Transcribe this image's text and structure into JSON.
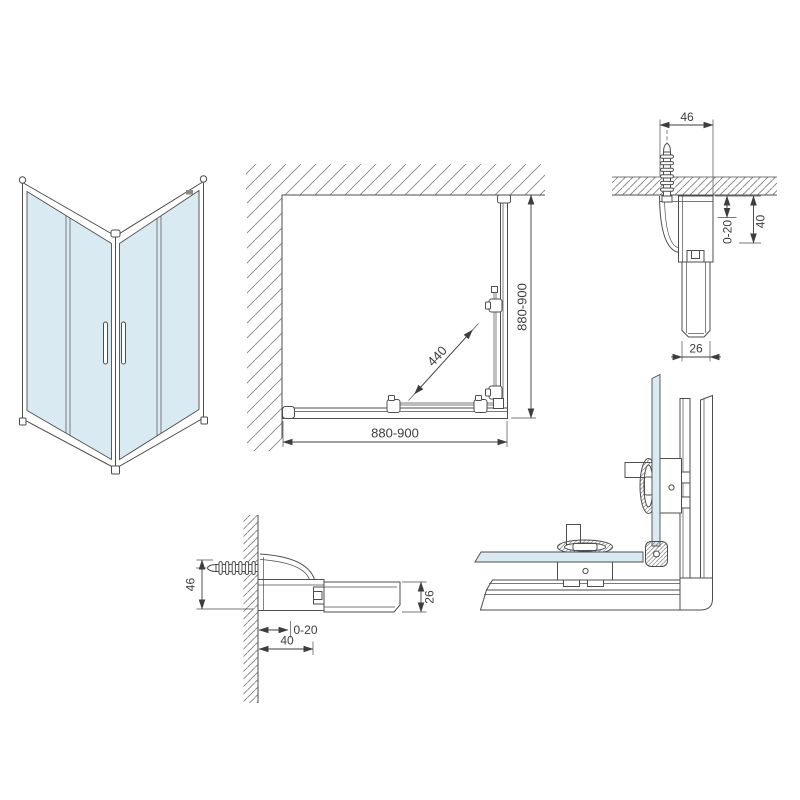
{
  "colors": {
    "background": "#ffffff",
    "line": "#4d4d4d",
    "glass": "#d9eaf3",
    "hatch": "#858585",
    "text": "#3d3d3d"
  },
  "plan_view": {
    "width_bottom": "880-900",
    "depth_right": "880-900",
    "door_entry_diagonal": "440"
  },
  "profile_detail_top": {
    "width": "46",
    "adjustment": "0-20",
    "depth": "40",
    "thickness": "26"
  },
  "profile_detail_side": {
    "height": "46",
    "adjustment": "0-20",
    "depth": "40",
    "thickness": "26"
  }
}
